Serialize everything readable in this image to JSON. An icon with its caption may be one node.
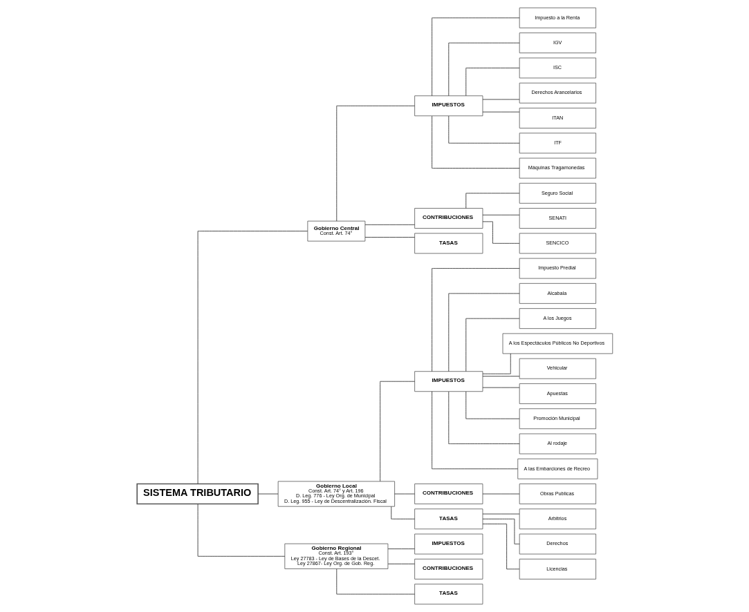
{
  "diagram": {
    "nodes": [
      {
        "text": [
          "SISTEMA TRIBUTARIO"
        ]
      },
      {
        "text": [
          "Gobierno Central",
          "Const. Art. 74°"
        ]
      },
      {
        "text": [
          "Gobierno Local",
          "Const. Art. 74° y Art. 196",
          "D. Leg. 776 - Ley Org. de Municipal",
          "D. Leg. 955 - Ley de Descentralización. Fiscal"
        ]
      },
      {
        "text": [
          "Gobierno Regional",
          "Const. Art. 193°",
          "Ley 27783 - Ley de Bases de la Descet.",
          "Ley 27867- Ley Org. de Gob. Reg."
        ]
      },
      {
        "text": [
          "IMPUESTOS"
        ]
      },
      {
        "text": [
          "Impuesto a la Renta"
        ]
      },
      {
        "text": [
          "IGV"
        ]
      },
      {
        "text": [
          "ISC"
        ]
      },
      {
        "text": [
          "Derechos Arancelarios"
        ]
      },
      {
        "text": [
          "ITAN"
        ]
      },
      {
        "text": [
          "ITF"
        ]
      },
      {
        "text": [
          "Máquinas Tragamonedas"
        ]
      },
      {
        "text": [
          "CONTRIBUCIONES"
        ]
      },
      {
        "text": [
          "Seguro Social"
        ]
      },
      {
        "text": [
          "SENATI"
        ]
      },
      {
        "text": [
          "SENCICO"
        ]
      },
      {
        "text": [
          "TASAS"
        ]
      },
      {
        "text": [
          "IMPUESTOS"
        ]
      },
      {
        "text": [
          "Impuesto Predial"
        ]
      },
      {
        "text": [
          "Alcabala"
        ]
      },
      {
        "text": [
          "A los Juegos"
        ]
      },
      {
        "text": [
          "A los Espectáculos Públicos No Deportivos"
        ]
      },
      {
        "text": [
          "Vehicular"
        ]
      },
      {
        "text": [
          "Apuestas"
        ]
      },
      {
        "text": [
          "Promoción Municipal"
        ]
      },
      {
        "text": [
          "Al rodaje"
        ]
      },
      {
        "text": [
          "A las Embarciones de Recreo"
        ]
      },
      {
        "text": [
          "CONTRIBUCIONES"
        ]
      },
      {
        "text": [
          "Obras Publicas"
        ]
      },
      {
        "text": [
          "TASAS"
        ]
      },
      {
        "text": [
          "Arbitrios"
        ]
      },
      {
        "text": [
          "Derechos"
        ]
      },
      {
        "text": [
          "Licencias"
        ]
      },
      {
        "text": [
          "IMPUESTOS"
        ]
      },
      {
        "text": [
          "CONTRIBUCIONES"
        ]
      },
      {
        "text": [
          "TASAS"
        ]
      }
    ],
    "edges": [
      {
        "from": 0,
        "to": 1,
        "arrow": "none"
      },
      {
        "from": 0,
        "to": 2,
        "arrow": "none"
      },
      {
        "from": 0,
        "to": 3,
        "arrow": "none"
      },
      {
        "from": 1,
        "to": 4,
        "arrow": "none"
      },
      {
        "from": 4,
        "to": 5,
        "arrow": "none"
      },
      {
        "from": 4,
        "to": 6,
        "arrow": "none"
      },
      {
        "from": 4,
        "to": 7,
        "arrow": "none"
      },
      {
        "from": 4,
        "to": 8,
        "arrow": "none"
      },
      {
        "from": 4,
        "to": 9,
        "arrow": "none"
      },
      {
        "from": 4,
        "to": 10,
        "arrow": "none"
      },
      {
        "from": 4,
        "to": 11,
        "arrow": "none"
      },
      {
        "from": 1,
        "to": 12,
        "arrow": "none"
      },
      {
        "from": 12,
        "to": 13,
        "arrow": "none"
      },
      {
        "from": 12,
        "to": 14,
        "arrow": "none"
      },
      {
        "from": 12,
        "to": 15,
        "arrow": "none"
      },
      {
        "from": 1,
        "to": 16,
        "arrow": "none"
      },
      {
        "from": 2,
        "to": 17,
        "arrow": "none"
      },
      {
        "from": 17,
        "to": 18,
        "arrow": "none"
      },
      {
        "from": 17,
        "to": 19,
        "arrow": "none"
      },
      {
        "from": 17,
        "to": 20,
        "arrow": "none"
      },
      {
        "from": 17,
        "to": 21,
        "arrow": "none"
      },
      {
        "from": 17,
        "to": 22,
        "arrow": "none"
      },
      {
        "from": 17,
        "to": 23,
        "arrow": "none"
      },
      {
        "from": 17,
        "to": 24,
        "arrow": "none"
      },
      {
        "from": 17,
        "to": 25,
        "arrow": "none"
      },
      {
        "from": 17,
        "to": 26,
        "arrow": "none"
      },
      {
        "from": 2,
        "to": 27,
        "arrow": "none"
      },
      {
        "from": 27,
        "to": 28,
        "arrow": "none"
      },
      {
        "from": 2,
        "to": 29,
        "arrow": "none"
      },
      {
        "from": 29,
        "to": 30,
        "arrow": "none"
      },
      {
        "from": 29,
        "to": 31,
        "arrow": "none"
      },
      {
        "from": 29,
        "to": 32,
        "arrow": "none"
      },
      {
        "from": 3,
        "to": 33,
        "arrow": "none"
      },
      {
        "from": 3,
        "to": 34,
        "arrow": "none"
      },
      {
        "from": 3,
        "to": 35,
        "arrow": "none"
      }
    ]
  }
}
